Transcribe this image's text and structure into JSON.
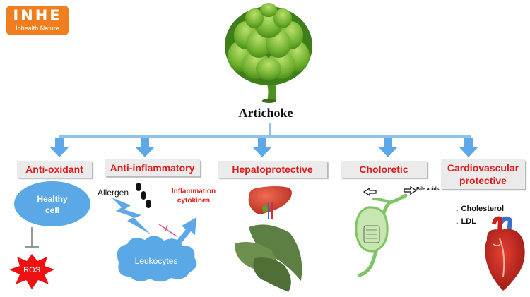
{
  "brand": {
    "mark": "INHE",
    "tagline": "Inhealth Nature",
    "color": "#f07d1e"
  },
  "title": "Artichoke",
  "categories": [
    {
      "label": "Anti-oxidant"
    },
    {
      "label": "Anti-inflammatory"
    },
    {
      "label": "Hepatoprotective"
    },
    {
      "label": "Choloretic"
    },
    {
      "label": "Cardiovascular protective"
    }
  ],
  "antioxidant": {
    "cell_label": "Healthy cell",
    "ros_label": "ROS"
  },
  "antiinflammatory": {
    "allergen_label": "Allergen",
    "cytokines_label": "Inflammation cytokines",
    "leukocytes_label": "Leukocytes"
  },
  "choloretic": {
    "bile_label": "Bile acids"
  },
  "cardio": {
    "effects": [
      "↓ Cholesterol",
      "↓ LDL"
    ]
  },
  "colors": {
    "arrow": "#5ea8e8",
    "category_text": "#e01b1b",
    "cell": "#5aa9e6",
    "ros": "#ee1111"
  }
}
